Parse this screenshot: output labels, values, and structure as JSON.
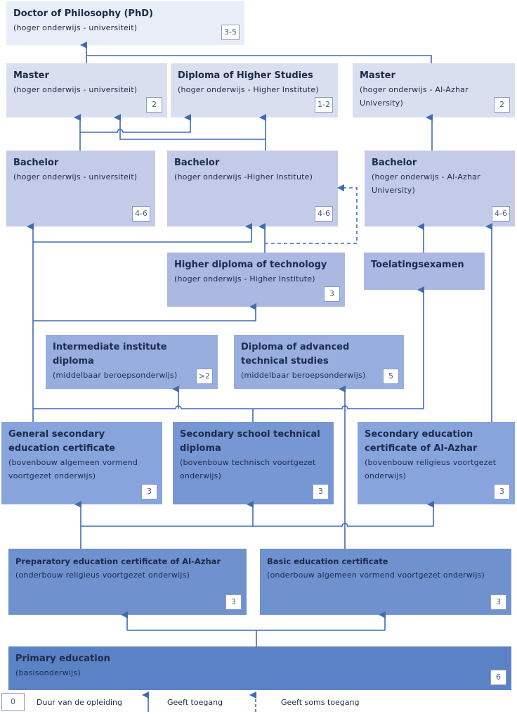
{
  "boxes": {
    "phd": {
      "title": "Doctor of Philosophy (PhD)",
      "sub": "(hoger onderwijs - universiteit)",
      "duration": "3-5"
    },
    "master_uni": {
      "title": "Master",
      "sub": "(hoger onderwijs - universiteit)",
      "duration": "2"
    },
    "diploma_higher": {
      "title": "Diploma of Higher Studies",
      "sub": "(hoger onderwijs - Higher Institute)",
      "duration": "1-2"
    },
    "master_azhar": {
      "title": "Master",
      "sub": "(hoger onderwijs - Al-Azhar University)",
      "duration": "2"
    },
    "bachelor_uni": {
      "title": "Bachelor",
      "sub": "(hoger onderwijs - universiteit)",
      "duration": "4-6"
    },
    "bachelor_hi": {
      "title": "Bachelor",
      "sub": "(hoger onderwijs -Higher Institute)",
      "duration": "4-6"
    },
    "bachelor_azhar": {
      "title": "Bachelor",
      "sub": "(hoger onderwijs - Al-Azhar University)",
      "duration": "4-6"
    },
    "higher_tech": {
      "title": "Higher diploma of technology",
      "sub": "(hoger onderwijs - Higher Institute)",
      "duration": "3"
    },
    "toelating": {
      "title": "Toelatingsexamen",
      "sub": "",
      "duration": ""
    },
    "intermediate": {
      "title": "Intermediate institute diploma",
      "sub": "(middelbaar beroepsonderwijs)",
      "duration": ">2"
    },
    "advanced_tech": {
      "title": "Diploma of advanced technical studies",
      "sub": "(middelbaar beroepsonderwijs)",
      "duration": "5"
    },
    "general_sec": {
      "title": "General secondary education certificate",
      "sub": "(bovenbouw algemeen vormend voortgezet onderwijs)",
      "duration": "3"
    },
    "sec_tech": {
      "title": "Secondary school technical diploma",
      "sub": "(bovenbouw technisch voortgezet onderwijs)",
      "duration": "3"
    },
    "sec_azhar": {
      "title": "Secondary education certificate of Al-Azhar",
      "sub": "(bovenbouw religieus voortgezet onderwijs)",
      "duration": "3"
    },
    "prep_azhar": {
      "title": "Preparatory education certificate of Al-Azhar",
      "sub": "(onderbouw religieus voortgezet onderwijs)",
      "duration": "3"
    },
    "basic": {
      "title": "Basic education certificate",
      "sub": "(onderbouw algemeen vormend voortgezet onderwijs)",
      "duration": "3"
    },
    "primary": {
      "title": "Primary education",
      "sub": "(basisonderwijs)",
      "duration": "6"
    }
  },
  "legend": {
    "sample_value": "0",
    "duration_label": "Duur van de opleiding",
    "access_label": "Geeft toegang",
    "sometimes_label": "Geeft soms toegang"
  },
  "colors": {
    "line": "#3f6cb0",
    "box_border": "#8a9cc6"
  }
}
